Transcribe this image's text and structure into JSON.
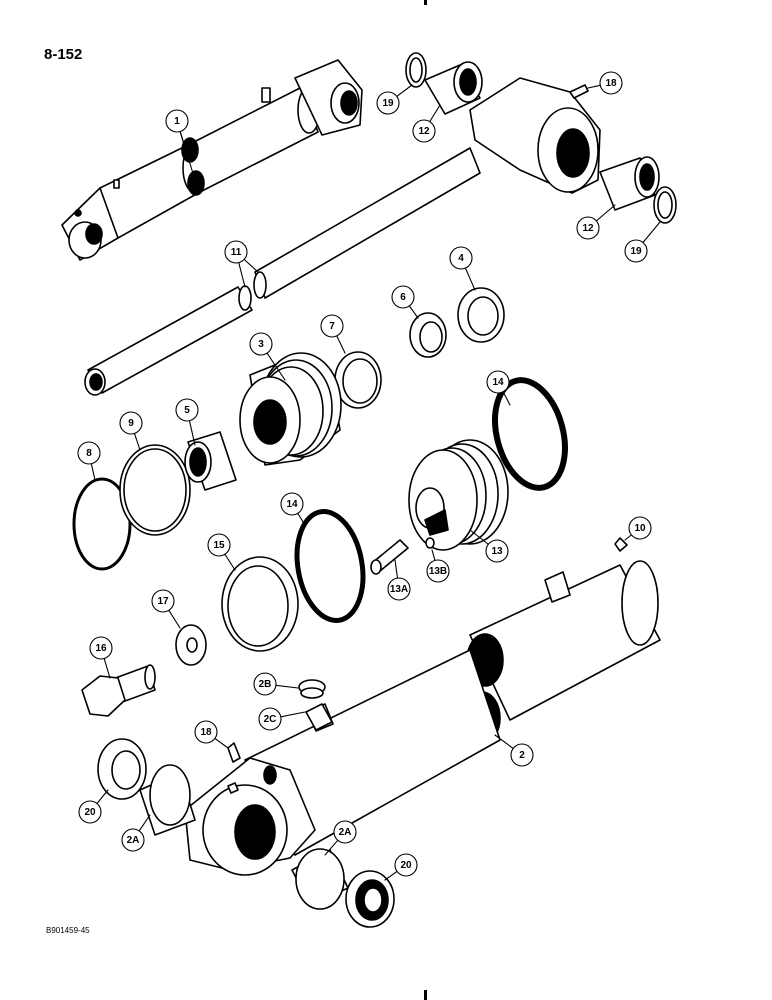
{
  "page_number": "8-152",
  "figure_code": "B901459-45",
  "callouts": [
    "1",
    "2",
    "2A",
    "2B",
    "2C",
    "3",
    "4",
    "5",
    "6",
    "7",
    "8",
    "9",
    "10",
    "11",
    "12",
    "13",
    "13A",
    "13B",
    "14",
    "15",
    "16",
    "17",
    "18",
    "19",
    "20"
  ]
}
